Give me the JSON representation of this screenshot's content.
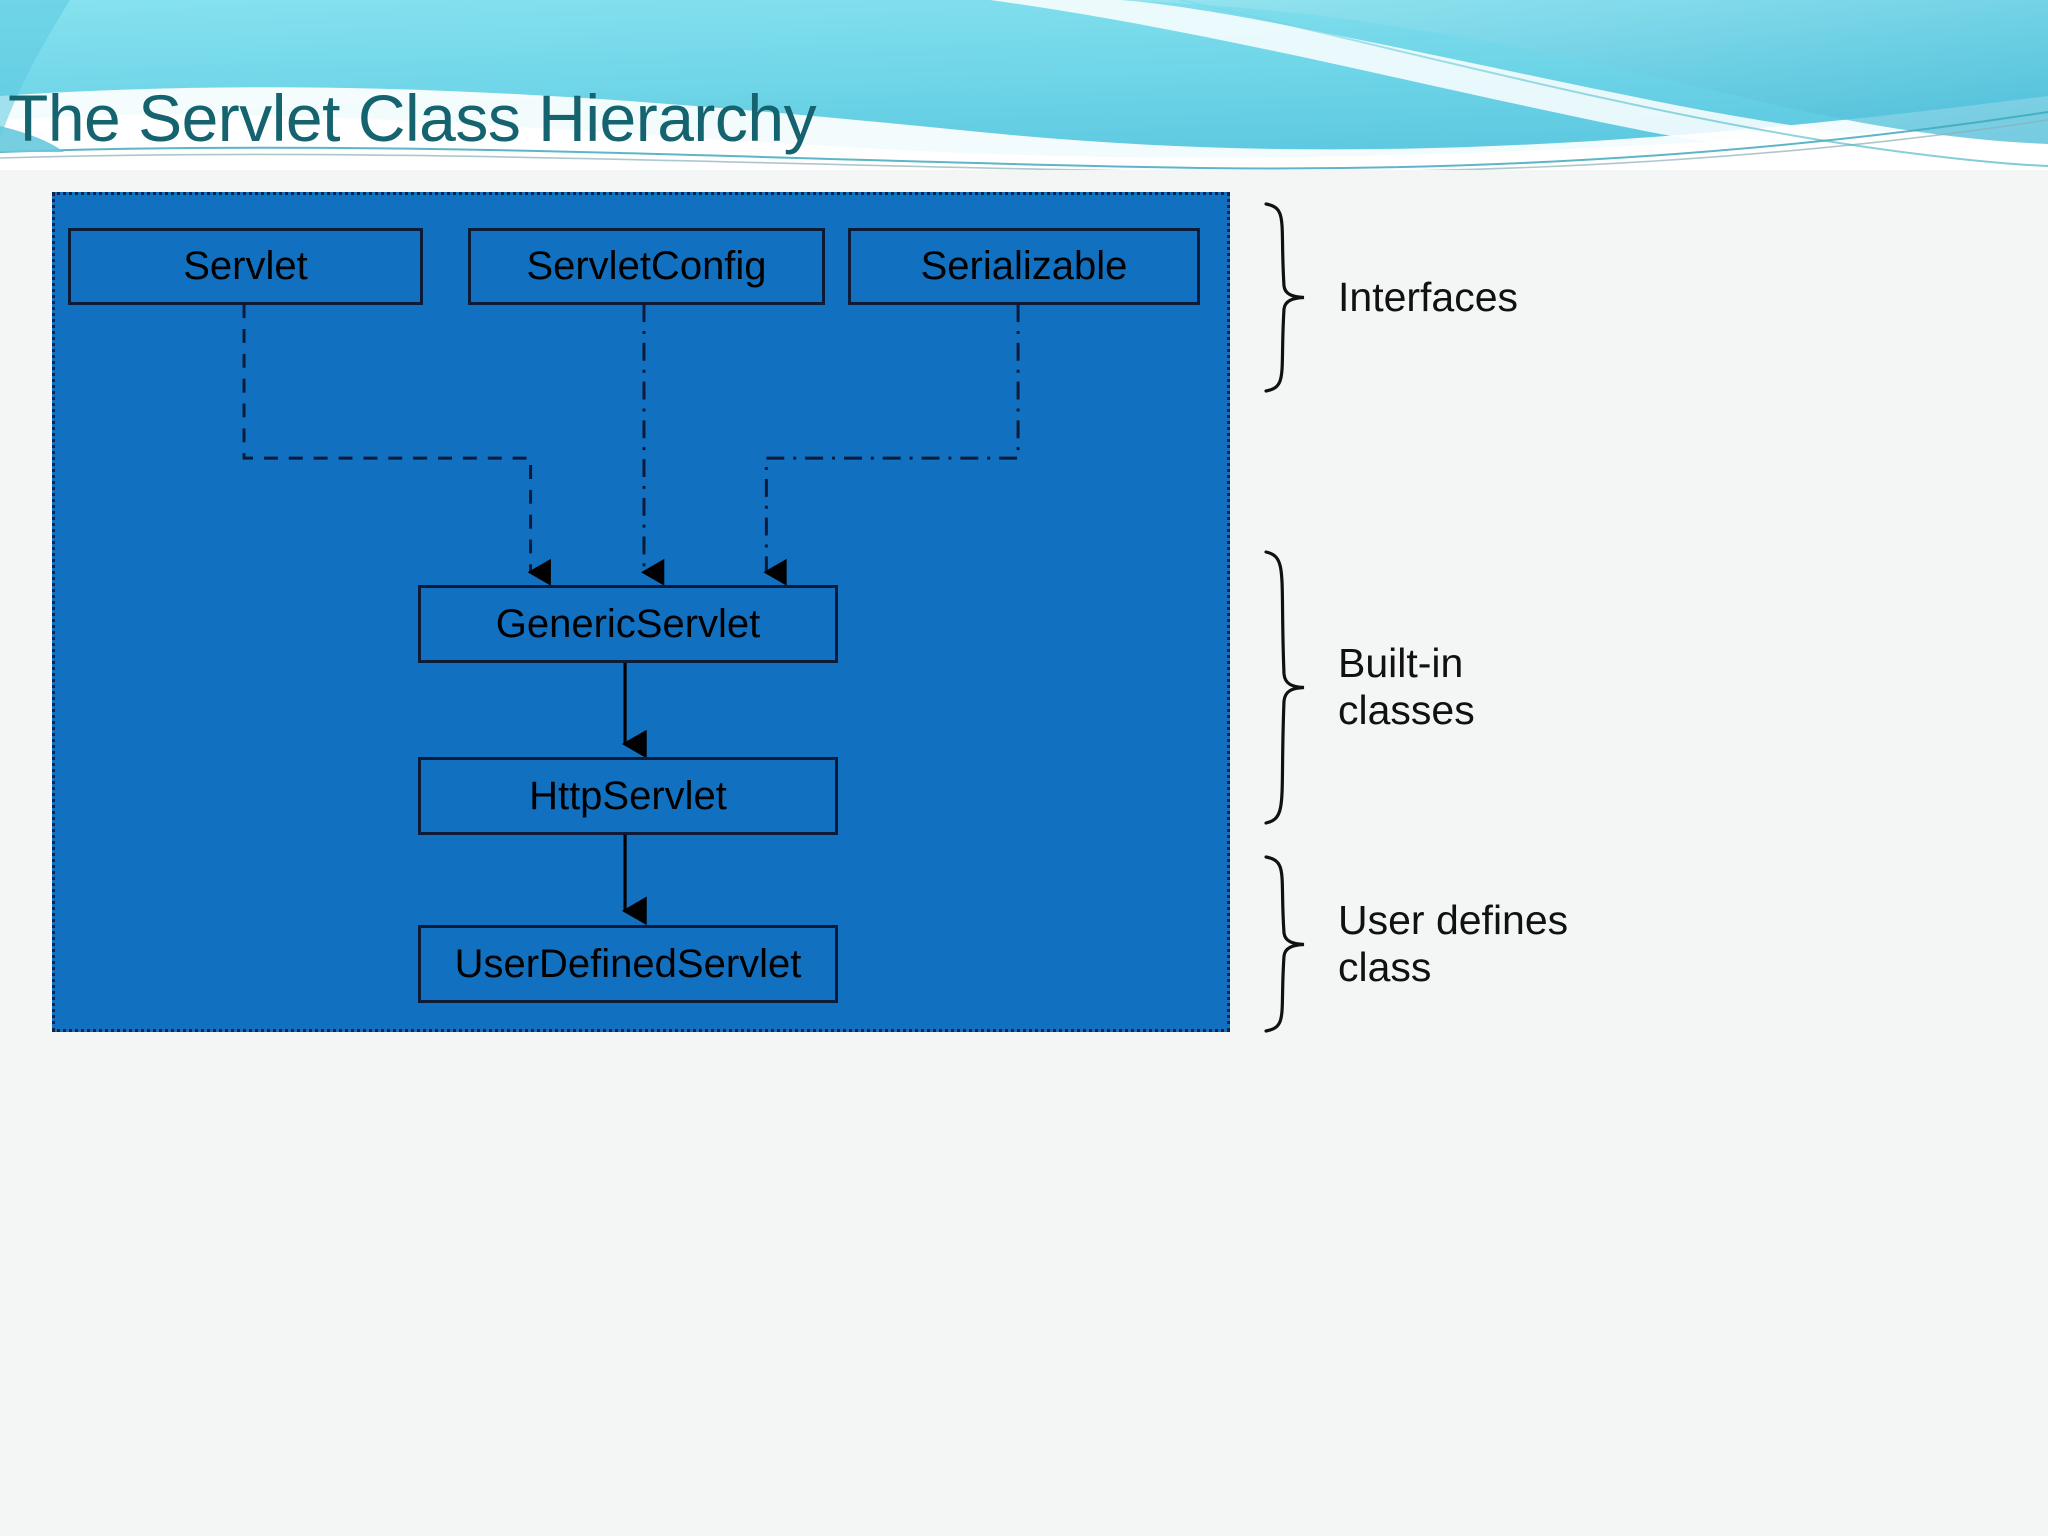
{
  "slide": {
    "title": "The Servlet Class Hierarchy",
    "title_color": "#14636e",
    "banner_color_light": "#7fdcea",
    "banner_color_deep": "#4fc3dc",
    "background_color": "#f4f6f6"
  },
  "diagram": {
    "panel_fill": "#1270c0",
    "panel_border_color": "#11224b",
    "node_border_color": "#0d1b38",
    "node_text_color": "#000000",
    "interfaces": [
      {
        "id": "servlet",
        "label": "Servlet"
      },
      {
        "id": "servletconfig",
        "label": "ServletConfig"
      },
      {
        "id": "serializable",
        "label": "Serializable"
      }
    ],
    "classes": [
      {
        "id": "genericservlet",
        "label": "GenericServlet"
      },
      {
        "id": "httpservlet",
        "label": "HttpServlet"
      }
    ],
    "user_classes": [
      {
        "id": "userdefinedservlet",
        "label": "UserDefinedServlet"
      }
    ],
    "connections": [
      {
        "from": "Servlet",
        "to": "GenericServlet",
        "style": "dashed",
        "arrow": true
      },
      {
        "from": "ServletConfig",
        "to": "GenericServlet",
        "style": "dash-dot",
        "arrow": true
      },
      {
        "from": "Serializable",
        "to": "GenericServlet",
        "style": "dash-dot",
        "arrow": true
      },
      {
        "from": "GenericServlet",
        "to": "HttpServlet",
        "style": "solid",
        "arrow": true
      },
      {
        "from": "HttpServlet",
        "to": "UserDefinedServlet",
        "style": "solid",
        "arrow": true
      }
    ]
  },
  "brackets": [
    {
      "id": "interfaces",
      "label": "Interfaces"
    },
    {
      "id": "builtin",
      "label": "Built-in\nclasses",
      "line1": "Built-in",
      "line2": "classes"
    },
    {
      "id": "user",
      "label": "User defines\nclass",
      "line1": "User defines",
      "line2": "class"
    }
  ]
}
